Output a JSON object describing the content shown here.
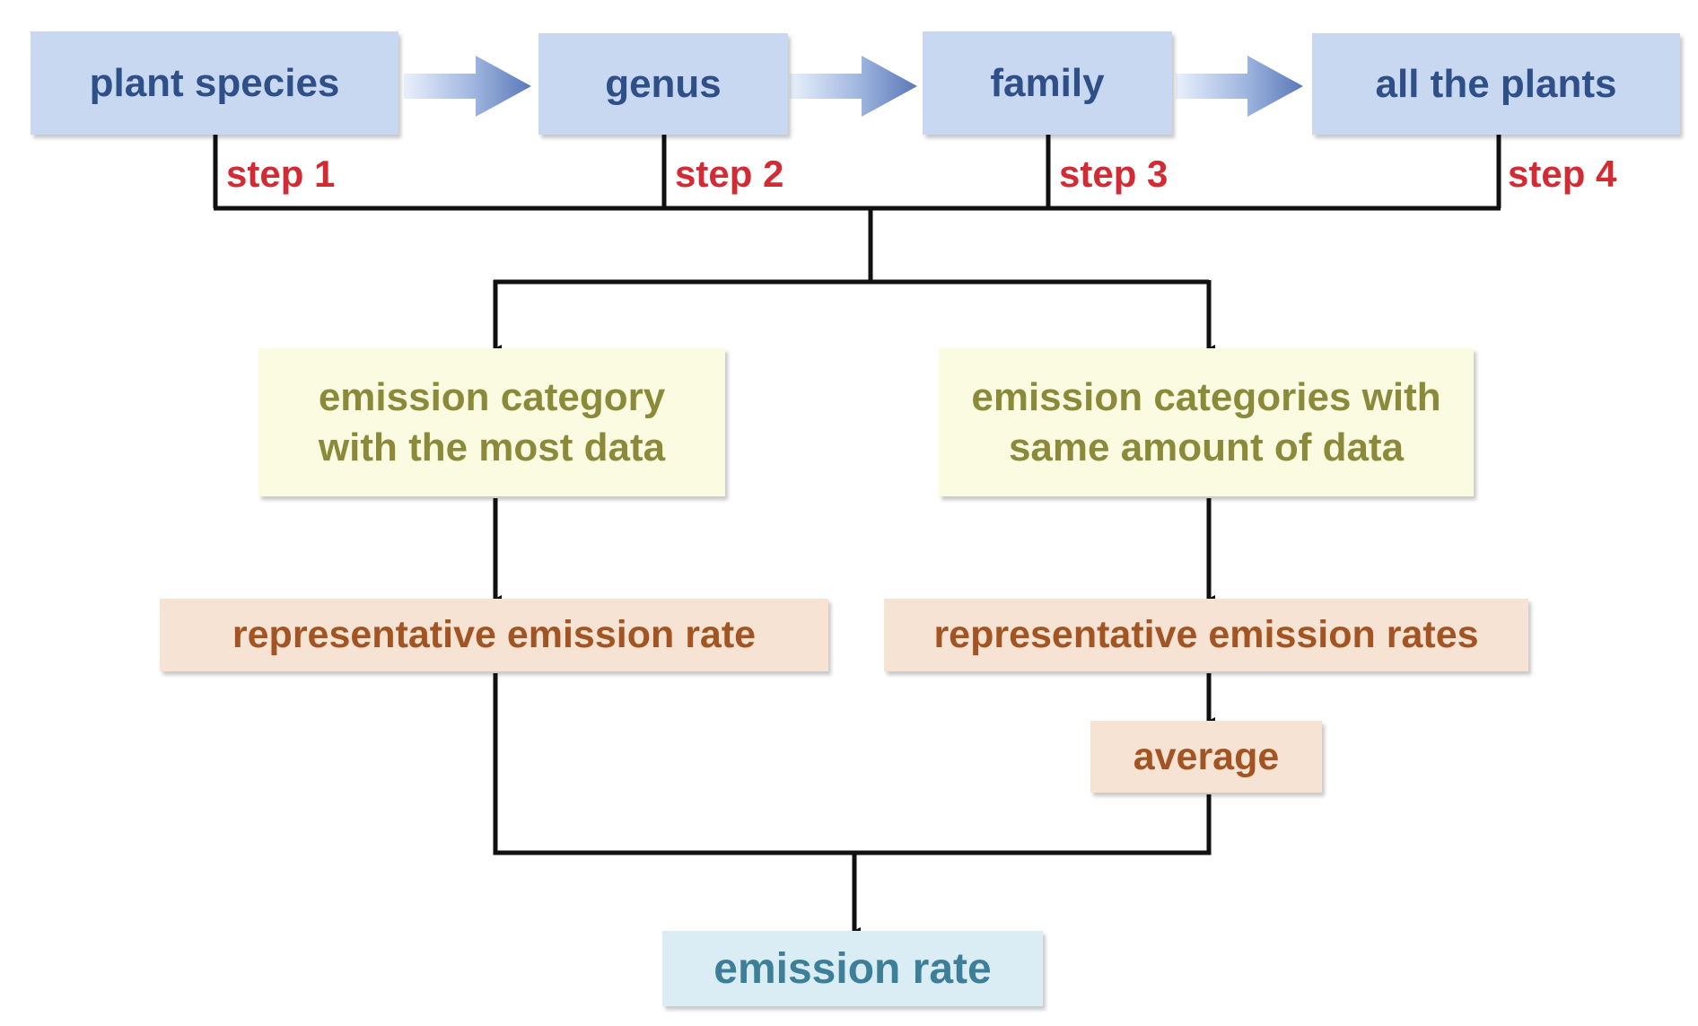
{
  "taxonomy": {
    "plant_species": "plant species",
    "genus": "genus",
    "family": "family",
    "all_plants": "all the plants"
  },
  "steps": {
    "step1": "step 1",
    "step2": "step 2",
    "step3": "step 3",
    "step4": "step 4"
  },
  "branches": {
    "left_category_line1": "emission category",
    "left_category_line2": "with the most data",
    "right_category_line1": "emission categories with",
    "right_category_line2": "same amount of data",
    "left_rate": "representative emission rate",
    "right_rates": "representative emission rates",
    "average": "average"
  },
  "result": {
    "emission_rate": "emission rate"
  },
  "colors": {
    "blue_box": "#c8d8f1",
    "blue_text": "#2f4f88",
    "yellow_box": "#fbfbe1",
    "yellow_text": "#8a8a3a",
    "peach_box": "#f7e3d3",
    "peach_text": "#a35423",
    "result_box": "#dbedf4",
    "result_text": "#3d7f98",
    "step_text": "#d42a33",
    "connector": "#111111"
  }
}
